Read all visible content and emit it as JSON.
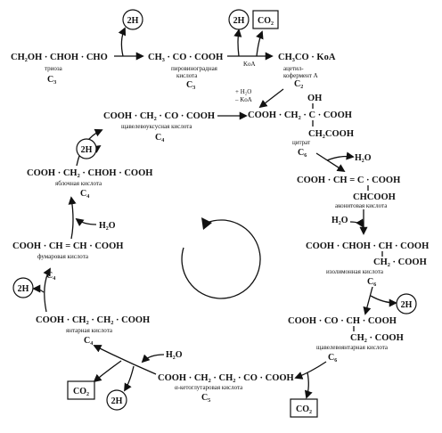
{
  "pre": {
    "triose": {
      "formula": "CH₂OH · CHOH · CHO",
      "name": "триоза",
      "carbons": "C₃"
    },
    "pyruvate": {
      "formula": "CH₃ · CO · COOH",
      "name1": "пировиноградная",
      "name2": "кислота",
      "carbons": "C₃"
    },
    "acetylcoa": {
      "formula": "CH₃CO · KoA",
      "name1": "ацетил-",
      "name2": "кофермент А",
      "carbons": "C₂"
    },
    "koa_label": "KoA",
    "h2o_in": "+ H₂O",
    "koa_out": "– KoA"
  },
  "tokens": {
    "two_h": "2H",
    "co2": "CO₂",
    "water": "H₂O"
  },
  "cycle": {
    "citrate": {
      "oh": "OH",
      "formula_main": "COOH · CH₂ · C · COOH",
      "branch": "CH₂COOH",
      "name": "цитрат",
      "carbons": "C₆"
    },
    "aconitate": {
      "formula": "COOH · CH = C · COOH",
      "branch": "CHCOOH",
      "name": "аконитовая кислота"
    },
    "isocitrate": {
      "formula": "COOH · CHOH · CH · COOH",
      "branch": "CH₂ · COOH",
      "name": "изолимонная кислота",
      "carbons": "C₆"
    },
    "oxalosuccinate": {
      "formula": "COOH · CO · CH · COOH",
      "branch": "CH₂ · COOH",
      "name": "щавелевоянтарная кислота",
      "carbons": "C₆"
    },
    "ketoglutarate": {
      "formula": "COOH · CH₂ · CH₂ · CO · COOH",
      "name": "α-кетоглутаровая кислота",
      "carbons": "C₅"
    },
    "succinate": {
      "formula": "COOH · CH₂ · CH₂ · COOH",
      "name": "янтарная кислота",
      "carbons": "C₄"
    },
    "fumarate": {
      "formula": "COOH · CH = CH · COOH",
      "name": "фумаровая кислота",
      "carbons": "C₄"
    },
    "malate": {
      "formula": "COOH · CH₂ · CHOH · COOH",
      "name": "яблочная кислота",
      "carbons": "C₄"
    },
    "oxaloacetate": {
      "formula": "COOH · CH₂ · CO · COOH",
      "name": "щавелевоуксусная кислота",
      "carbons": "C₄"
    }
  }
}
